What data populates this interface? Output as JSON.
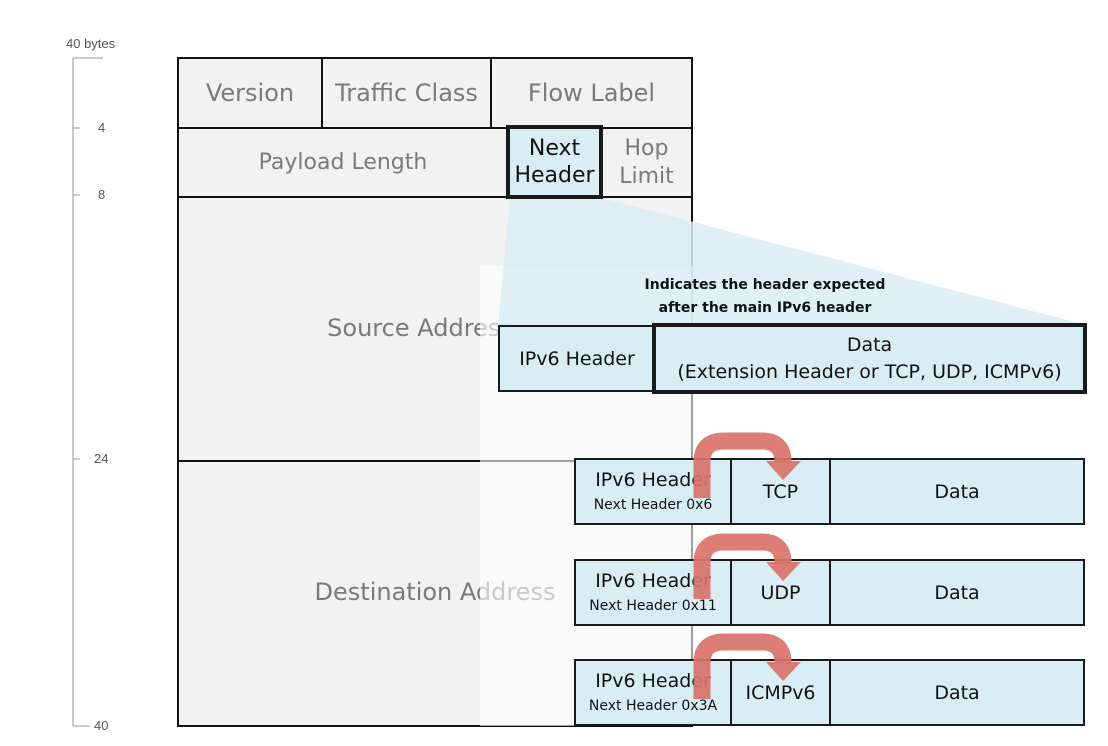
{
  "scale": {
    "top_label": "40 bytes",
    "ticks": [
      "4",
      "8",
      "24",
      "40"
    ]
  },
  "header": {
    "version": "Version",
    "traffic_class": "Traffic Class",
    "flow_label": "Flow Label",
    "payload_length": "Payload Length",
    "next_header_line1": "Next",
    "next_header_line2": "Header",
    "hop_limit_line1": "Hop",
    "hop_limit_line2": "Limit",
    "source_address": "Source Address",
    "destination_address": "Destination Address"
  },
  "callout": {
    "line1": "Indicates the header expected",
    "line2": "after the main IPv6 header"
  },
  "packet": {
    "header": "IPv6 Header",
    "data_line1": "Data",
    "data_line2": "(Extension Header or TCP, UDP, ICMPv6)"
  },
  "examples": [
    {
      "header": "IPv6 Header",
      "next": "Next Header 0x6",
      "proto": "TCP",
      "data": "Data"
    },
    {
      "header": "IPv6 Header",
      "next": "Next Header 0x11",
      "proto": "UDP",
      "data": "Data"
    },
    {
      "header": "IPv6 Header",
      "next": "Next Header 0x3A",
      "proto": "ICMPv6",
      "data": "Data"
    }
  ],
  "colors": {
    "light_blue": "#d9edf4",
    "arrow": "#d9726a",
    "gray": "#f2f2f2"
  }
}
